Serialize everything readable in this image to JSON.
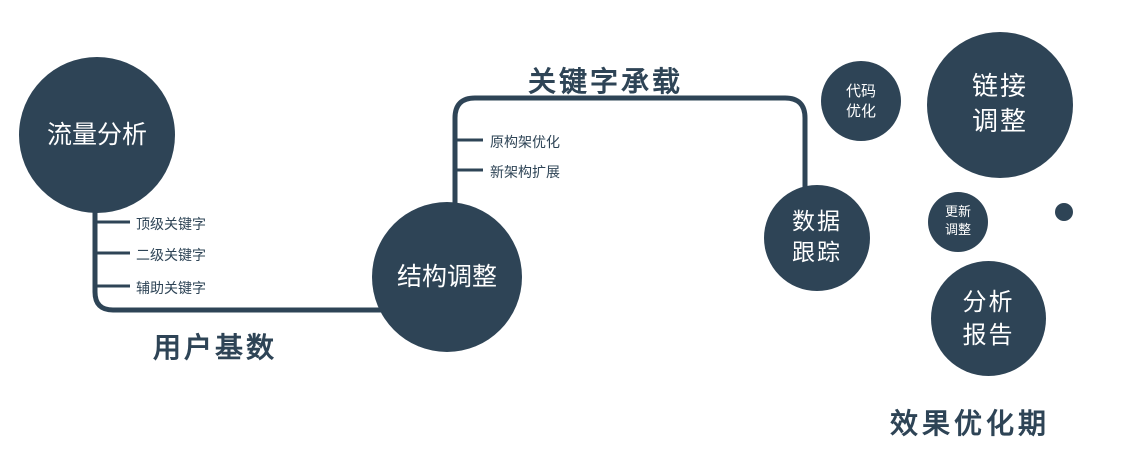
{
  "colors": {
    "primary": "#2e4456",
    "node_text": "#ffffff",
    "background": "#ffffff"
  },
  "nodes": {
    "traffic": {
      "label": "流量分析"
    },
    "structure": {
      "label": "结构调整"
    },
    "tracking": {
      "label": "数据\n跟踪"
    },
    "code": {
      "label": "代码\n优化"
    },
    "link": {
      "label": "链接\n调整"
    },
    "update": {
      "label": "更新\n调整"
    },
    "report": {
      "label": "分析\n报告"
    }
  },
  "edges": {
    "user_base": "用户基数",
    "keyword_carry": "关键字承载"
  },
  "branches": {
    "traffic": [
      "顶级关键字",
      "二级关键字",
      "辅助关键字"
    ],
    "structure": [
      "原构架优化",
      "新架构扩展"
    ]
  },
  "footer": "效果优化期"
}
